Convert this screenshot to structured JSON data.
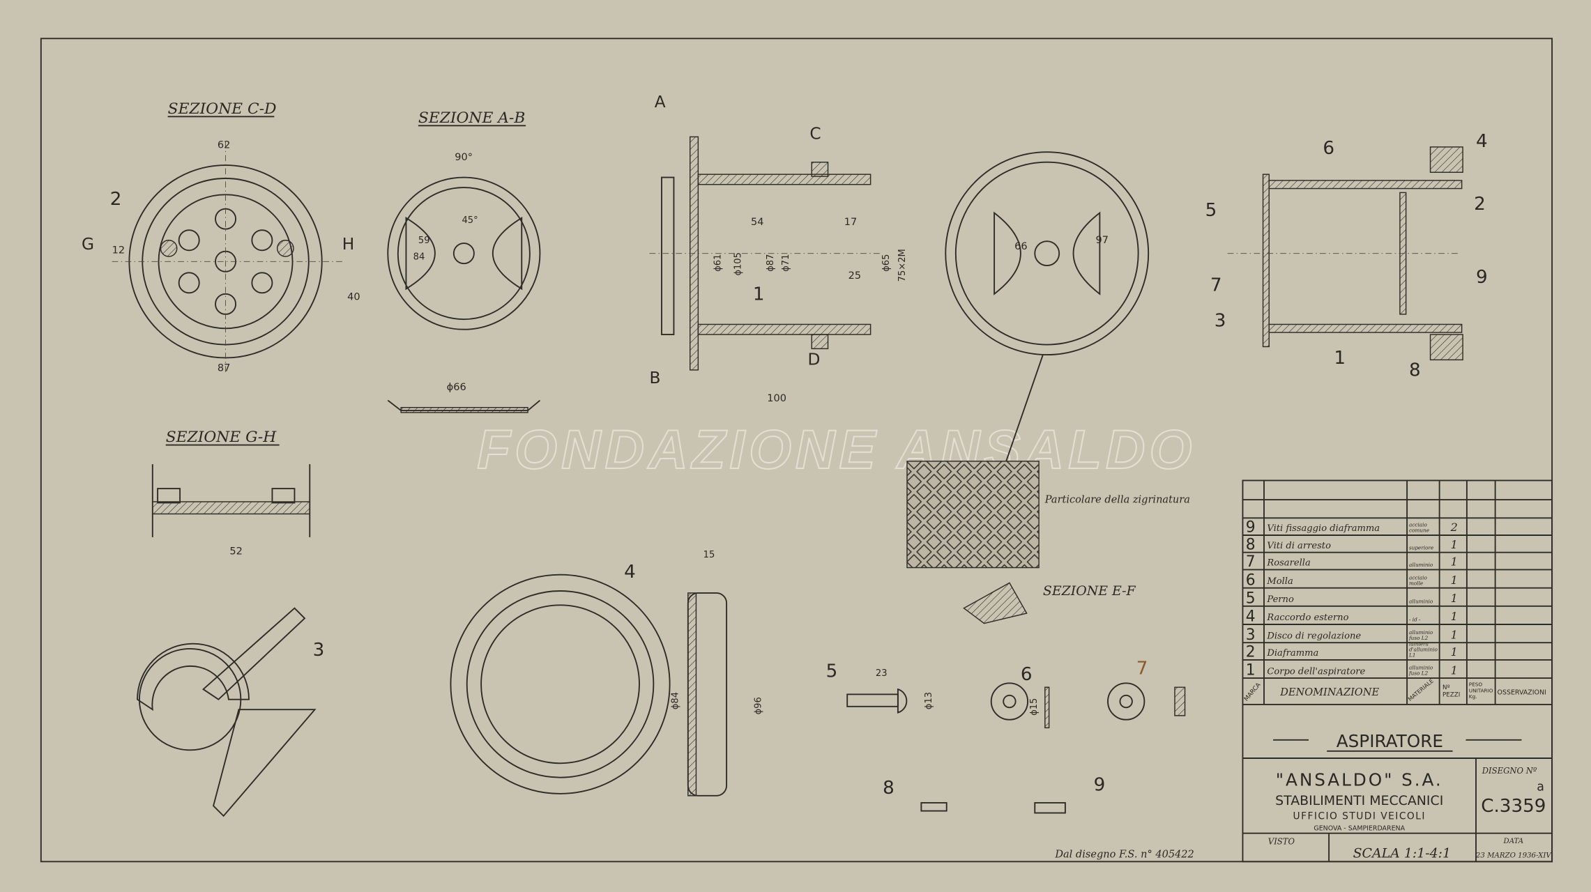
{
  "sections": {
    "cd": "SEZIONE C-D",
    "ab": "SEZIONE A-B",
    "gh": "SEZIONE G-H",
    "ef": "SEZIONE E-F",
    "knurl_detail": "Particolare della zigrinatura"
  },
  "section_markers": {
    "a": "A",
    "b": "B",
    "c": "C",
    "d": "D",
    "g": "G",
    "h": "H"
  },
  "dimensions": [
    "62",
    "87",
    "40",
    "12",
    "90°",
    "45°",
    "59",
    "84",
    "ϕ66",
    "ϕ61",
    "ϕ105",
    "ϕ87",
    "ϕ71",
    "ϕ65",
    "75×2M",
    "54",
    "17",
    "25",
    "100",
    "52",
    "ϕ84",
    "ϕ96",
    "15",
    "23",
    "ϕ13",
    "ϕ15",
    "97",
    "66"
  ],
  "part_labels": [
    "1",
    "2",
    "3",
    "4",
    "5",
    "6",
    "7",
    "8",
    "9"
  ],
  "source_note": "Dal disegno F.S. n° 405422",
  "watermark": "FONDAZIONE ANSALDO",
  "parts_list": {
    "headers": {
      "marca": "MARCA",
      "denominazione": "DENOMINAZIONE",
      "materiale": "MATERIALE",
      "pezzi": "Nº PEZZI",
      "peso": "PESO UNITARIO Kg.",
      "osservazioni": "OSSERVAZIONI"
    },
    "rows": [
      {
        "marca": "9",
        "name": "Viti fissaggio diaframma",
        "material": "acciaio comune",
        "qty": "2"
      },
      {
        "marca": "8",
        "name": "Viti di arresto",
        "material": "superiore",
        "qty": "1"
      },
      {
        "marca": "7",
        "name": "Rosarella",
        "material": "alluminio",
        "qty": "1"
      },
      {
        "marca": "6",
        "name": "Molla",
        "material": "acciaio molle",
        "qty": "1"
      },
      {
        "marca": "5",
        "name": "Perno",
        "material": "alluminio",
        "qty": "1"
      },
      {
        "marca": "4",
        "name": "Raccordo esterno",
        "material": "- id -",
        "qty": "1"
      },
      {
        "marca": "3",
        "name": "Disco di regolazione",
        "material": "alluminio fuso L2",
        "qty": "1"
      },
      {
        "marca": "2",
        "name": "Diaframma",
        "material": "lamiera d'alluminio L1",
        "qty": "1"
      },
      {
        "marca": "1",
        "name": "Corpo dell'aspiratore",
        "material": "alluminio fuso L2",
        "qty": "1"
      }
    ]
  },
  "title_block": {
    "title": "ASPIRATORE",
    "company": "\"ANSALDO\" S.A.",
    "division": "STABILIMENTI MECCANICI",
    "office": "UFFICIO STUDI VEICOLI",
    "location": "GENOVA - SAMPIERDARENA",
    "drawing_label": "DISEGNO Nº",
    "revision": "a",
    "drawing_number": "C.3359",
    "visto_label": "VISTO",
    "scale": "SCALA 1:1-4:1",
    "date_label": "DATA",
    "date": "23 MARZO 1936-XIV"
  },
  "colors": {
    "paper": "#c9c3b2",
    "ink": "#2e2c28"
  }
}
